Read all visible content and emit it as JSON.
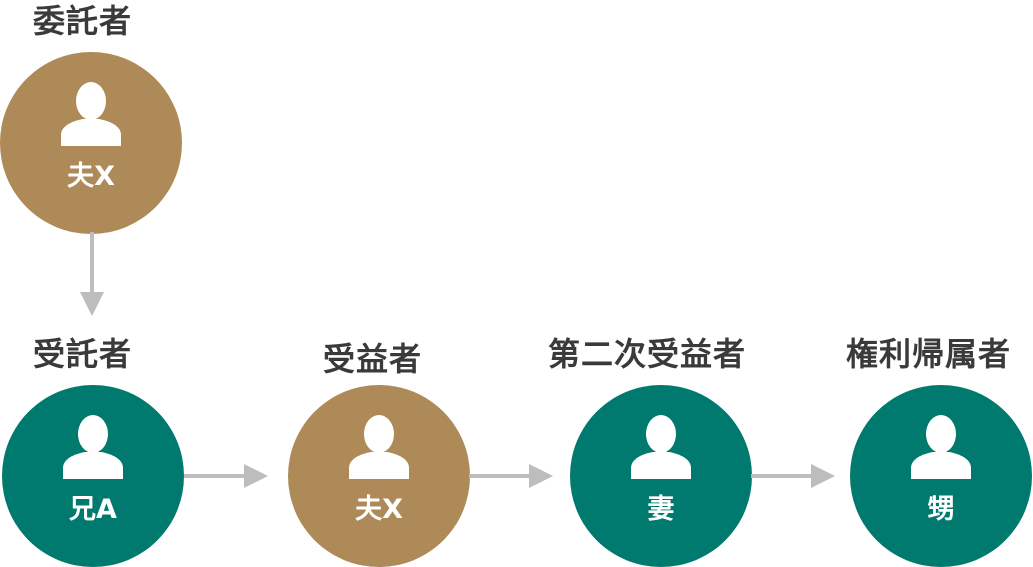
{
  "nodes": [
    {
      "role": "委託者",
      "name": "夫X",
      "color": "#ae8a58",
      "icon": "person-icon"
    },
    {
      "role": "受託者",
      "name": "兄A",
      "color": "#007a6e",
      "icon": "person-icon"
    },
    {
      "role": "受益者",
      "name": "夫X",
      "color": "#ae8a58",
      "icon": "person-icon"
    },
    {
      "role": "第二次受益者",
      "name": "妻",
      "color": "#007a6e",
      "icon": "person-icon"
    },
    {
      "role": "権利帰属者",
      "name": "甥",
      "color": "#007a6e",
      "icon": "person-icon"
    }
  ],
  "arrow_color": "#bdbdbd",
  "label_color": "#3a3a3a"
}
